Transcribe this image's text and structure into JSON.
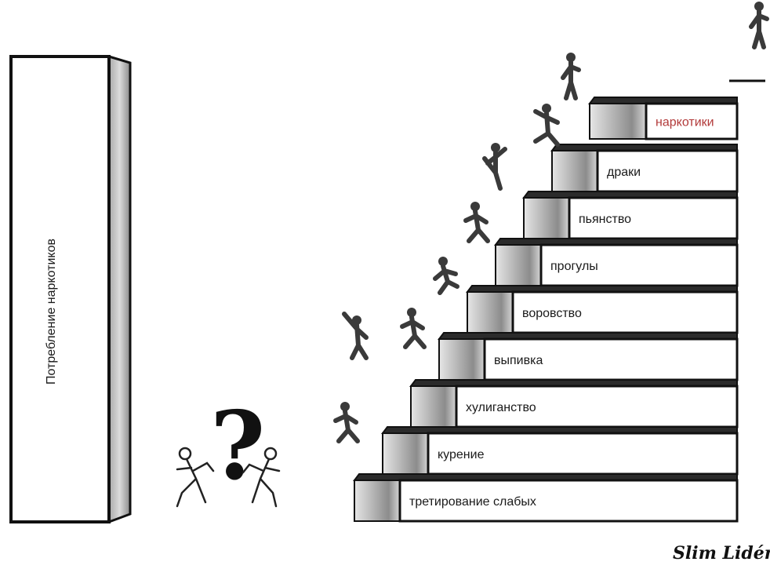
{
  "pillar": {
    "label": "Потребление  наркотиков"
  },
  "question": {
    "symbol": "?"
  },
  "staircase": {
    "steps": [
      {
        "label": "третирование  слабых"
      },
      {
        "label": "курение"
      },
      {
        "label": "хулиганство"
      },
      {
        "label": "выпивка"
      },
      {
        "label": "воровство"
      },
      {
        "label": "прогулы"
      },
      {
        "label": "пьянство"
      },
      {
        "label": "драки"
      },
      {
        "label": "наркотики"
      }
    ]
  },
  "signature": {
    "text": "Slim Lidén"
  },
  "colors": {
    "top_label": "#b23a3a",
    "outline": "#111111",
    "riser_shade": "#bdbdbd"
  }
}
